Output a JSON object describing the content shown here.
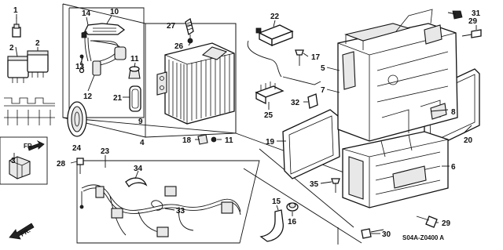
{
  "diagram": {
    "part_numbers": [
      "1",
      "2",
      "2",
      "3",
      "4",
      "5",
      "6",
      "7",
      "8",
      "9",
      "10",
      "11",
      "11",
      "12",
      "13",
      "14",
      "15",
      "16",
      "17",
      "18",
      "19",
      "20",
      "21",
      "22",
      "23",
      "24",
      "25",
      "26",
      "27",
      "28",
      "29",
      "29",
      "30",
      "31",
      "32",
      "33",
      "34",
      "35"
    ],
    "arrow_label_small": "FR",
    "arrow_label_large": "FR.",
    "diagram_code": "S04A-Z0400 A"
  }
}
